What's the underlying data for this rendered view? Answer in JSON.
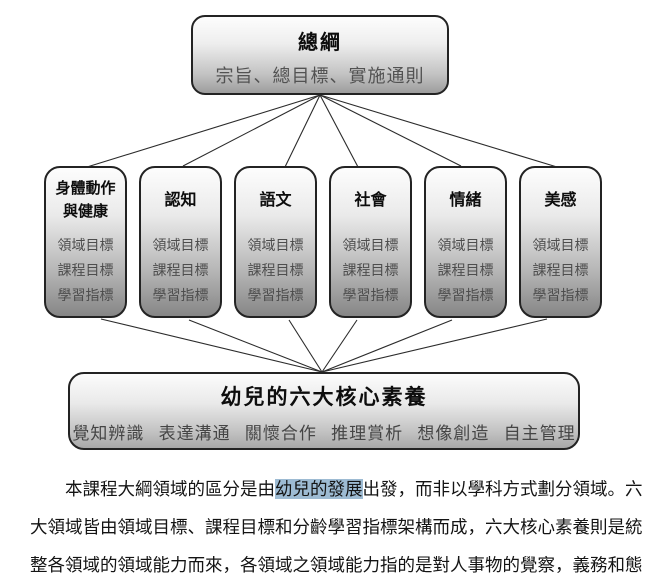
{
  "diagram": {
    "top_box": {
      "title": "總綱",
      "subtitle": "宗旨、總目標、實施通則"
    },
    "domain_boxes": [
      {
        "title_line1": "身體動作",
        "title_line2": "與健康",
        "items": [
          "領域目標",
          "課程目標",
          "學習指標"
        ]
      },
      {
        "title": "認知",
        "items": [
          "領域目標",
          "課程目標",
          "學習指標"
        ]
      },
      {
        "title": "語文",
        "items": [
          "領域目標",
          "課程目標",
          "學習指標"
        ]
      },
      {
        "title": "社會",
        "items": [
          "領域目標",
          "課程目標",
          "學習指標"
        ]
      },
      {
        "title": "情緒",
        "items": [
          "領域目標",
          "課程目標",
          "學習指標"
        ]
      },
      {
        "title": "美感",
        "items": [
          "領域目標",
          "課程目標",
          "學習指標"
        ]
      }
    ],
    "bottom_box": {
      "title": "幼兒的六大核心素養",
      "subtitle": "覺知辨識 表達溝通 關懷合作 推理賞析 想像創造 自主管理"
    }
  },
  "paragraph": {
    "line1_pre": "本課程大綱領域的區分是由",
    "line1_highlight": "幼兒的發展",
    "line1_post": "出發，而非以學科方式劃分領域。六",
    "line2": "大領域皆由領域目標、課程目標和分齡學習指標架構而成，六大核心素養則是統",
    "line3": "整各領域的領域能力而來，各領域之領域能力指的是對人事物的覺察，義務和態"
  },
  "colors": {
    "highlight": "#9dbbd3",
    "connector_line": "#2b2b2b",
    "box_border": "#232323",
    "box_gradient_top": "#fdfdfd",
    "box_gradient_bottom": "#8e8e8e"
  }
}
